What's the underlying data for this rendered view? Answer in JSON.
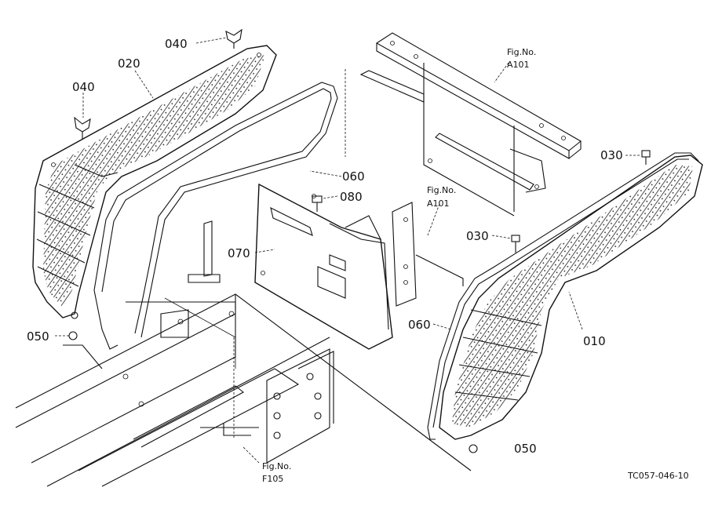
{
  "labels": {
    "p040_top": "040",
    "p040_left": "040",
    "p020": "020",
    "p060_left": "060",
    "p080": "080",
    "p070": "070",
    "p050_left": "050",
    "p030_top": "030",
    "p030_mid": "030",
    "p060_right": "060",
    "p010": "010",
    "p050_right": "050"
  },
  "refs": {
    "fig_a101_top": {
      "line1": "Fig.No.",
      "line2": "A101"
    },
    "fig_a101_mid": {
      "line1": "Fig.No.",
      "line2": "A101"
    },
    "fig_f105": {
      "line1": "Fig.No.",
      "line2": "F105"
    }
  },
  "drawing_code": "TC057-046-10"
}
